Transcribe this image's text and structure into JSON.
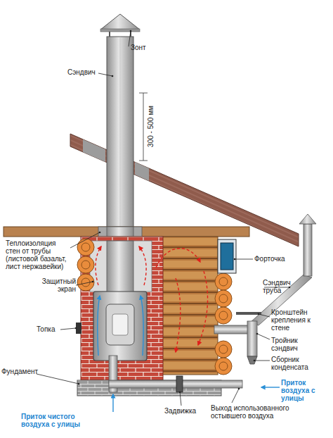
{
  "diagram": {
    "labels": [
      "Зонт",
      "Сэндвич",
      "300 - 500 мм",
      "Теплоизоляция стен от трубы (листовой базальт, лист нержавейки)",
      "Форточка",
      "Защитный экран",
      "Сэндвич труба",
      "Кронштейн крепления к стене",
      "Топка",
      "Тройник сэндвич",
      "Сборник конденсата",
      "Фундамент",
      "Приток воздуха с улицы",
      "Приток чистого воздуха с улицы",
      "Задвижка",
      "Выход использованного остывшего воздуха"
    ]
  }
}
